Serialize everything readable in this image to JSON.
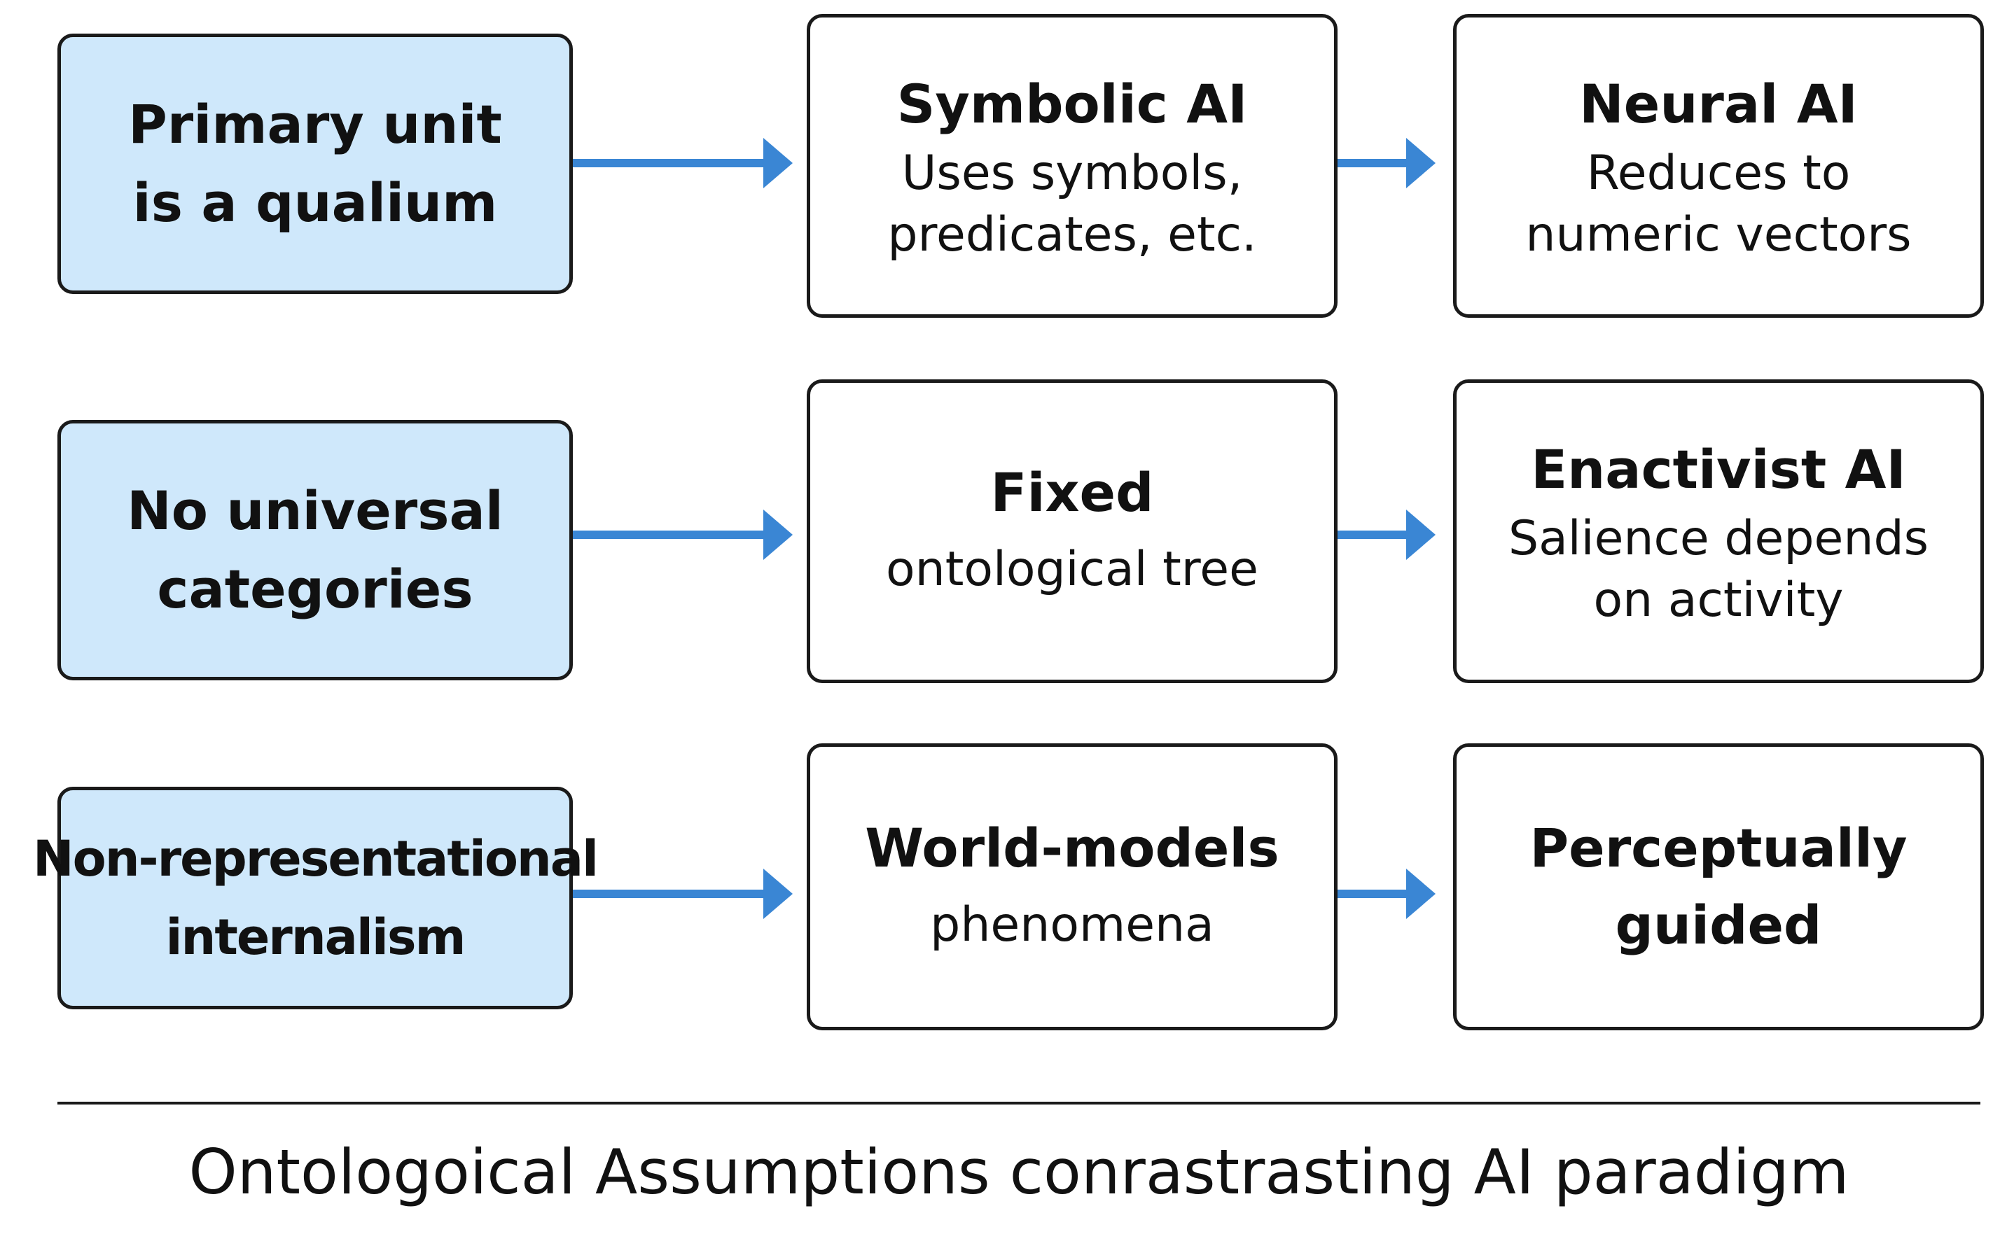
{
  "colors": {
    "left_fill": "#cfe8fb",
    "box_border": "#1a1a1a",
    "arrow": "#3a86d4"
  },
  "rows": [
    {
      "left": {
        "lines": [
          "Primary unit",
          "is a qualium"
        ]
      },
      "middle": {
        "title": "Symbolic AI",
        "sub": [
          "Uses symbols,",
          "predicates, etc."
        ]
      },
      "right": {
        "title": "Neural AI",
        "sub": [
          "Reduces to",
          "numeric vectors"
        ]
      }
    },
    {
      "left": {
        "lines": [
          "No universal",
          "categories"
        ]
      },
      "middle": {
        "title": "Fixed",
        "sub": [
          "ontological tree"
        ]
      },
      "right": {
        "title": "Enactivist AI",
        "sub": [
          "Salience depends",
          "on activity"
        ]
      }
    },
    {
      "left": {
        "lines": [
          "Non-representational",
          "internalism"
        ]
      },
      "middle": {
        "title": "World-models",
        "sub": [
          "phenomena"
        ]
      },
      "right": {
        "title_lines": [
          "Perceptually",
          "guided"
        ]
      }
    }
  ],
  "caption": "Ontologoical Assumptions conrastrasting AI paradigm"
}
